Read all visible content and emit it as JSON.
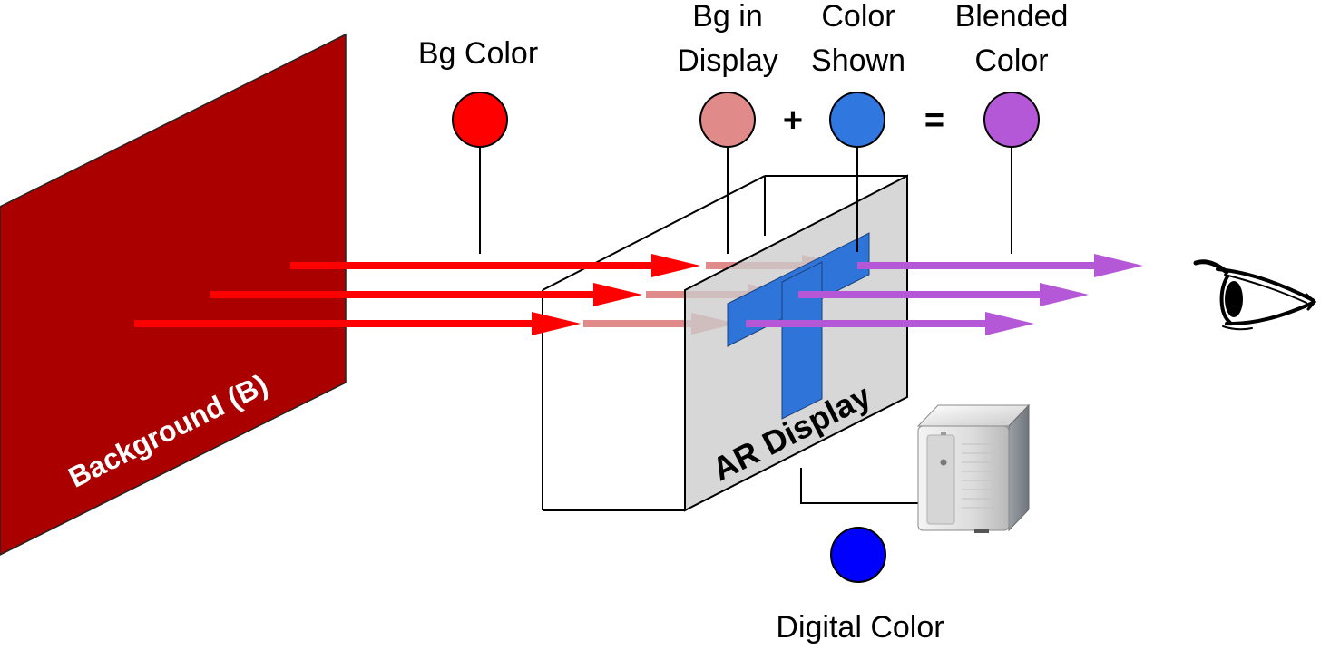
{
  "labels": {
    "background": "Background (B)",
    "bg_color": "Bg Color",
    "bg_in_display_line1": "Bg in",
    "bg_in_display_line2": "Display",
    "color_shown_line1": "Color",
    "color_shown_line2": "Shown",
    "blended_line1": "Blended",
    "blended_line2": "Color",
    "ar_display": "AR Display",
    "digital_color": "Digital Color",
    "plus": "+",
    "equals": "="
  },
  "colors": {
    "background_panel": "#aa0000",
    "bg_color": "#ff0000",
    "bg_in_display": "#e08a8a",
    "color_shown": "#3077e0",
    "blended_color": "#b558d8",
    "digital_color": "#0000ff",
    "display_glass": "#cccccc",
    "display_glyph": "#2f74d9"
  },
  "icons": {
    "eye": "eye-icon",
    "computer": "computer-tower-icon"
  }
}
